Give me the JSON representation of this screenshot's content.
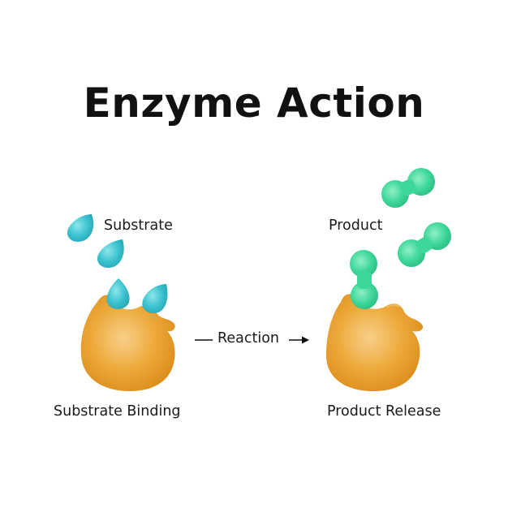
{
  "title": "Enzyme Action",
  "labels": {
    "substrate": "Substrate",
    "product": "Product",
    "reaction": "Reaction",
    "substrate_binding": "Substrate Binding",
    "product_release": "Product Release"
  },
  "colors": {
    "enzyme": "#E89E2A",
    "enzyme_highlight": "#F6C879",
    "substrate": "#3CC3CF",
    "product": "#3ED79A",
    "text": "#111111"
  }
}
